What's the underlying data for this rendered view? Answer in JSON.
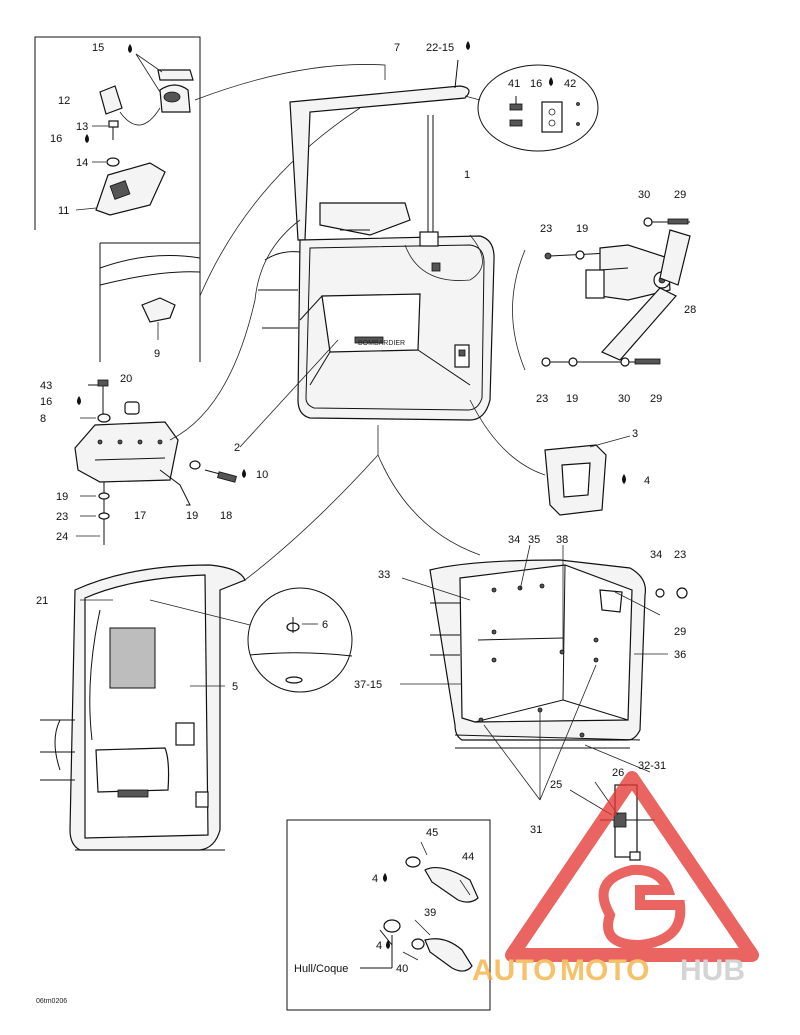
{
  "callouts": {
    "c1": "1",
    "c2": "2",
    "c3": "3",
    "c4": "4",
    "c5": "5",
    "c6": "6",
    "c7": "7",
    "c8": "8",
    "c9": "9",
    "c10": "10",
    "c11": "11",
    "c12": "12",
    "c13": "13",
    "c14": "14",
    "c15": "15",
    "c16a": "16",
    "c16b": "16",
    "c16c": "16",
    "c17": "17",
    "c18": "18",
    "c19a": "19",
    "c19b": "19",
    "c19c": "19",
    "c19d": "19",
    "c20": "20",
    "c21": "21",
    "c22_15": "22-15",
    "c23a": "23",
    "c23b": "23",
    "c23c": "23",
    "c23d": "23",
    "c24": "24",
    "c25": "25",
    "c26": "26",
    "c28": "28",
    "c29a": "29",
    "c29b": "29",
    "c29c": "29",
    "c30a": "30",
    "c30b": "30",
    "c31": "31",
    "c32_31": "32-31",
    "c33": "33",
    "c34a": "34",
    "c34b": "34",
    "c35": "35",
    "c36": "36",
    "c37_15": "37-15",
    "c38": "38",
    "c39": "39",
    "c40": "40",
    "c41": "41",
    "c42": "42",
    "c43": "43",
    "c44": "44",
    "c45": "45",
    "c4b": "4",
    "c4c": "4"
  },
  "hull_label": "Hull/Coque",
  "drawing_code": "06tm0206",
  "label_decal": "BOMBARDIER",
  "watermark": {
    "part1": "AUTO",
    "part2": "MOTO",
    "part3": "HUB",
    "color_red": "#e53935",
    "color_orange": "#f5b041",
    "color_gray": "#c9c9c9"
  }
}
